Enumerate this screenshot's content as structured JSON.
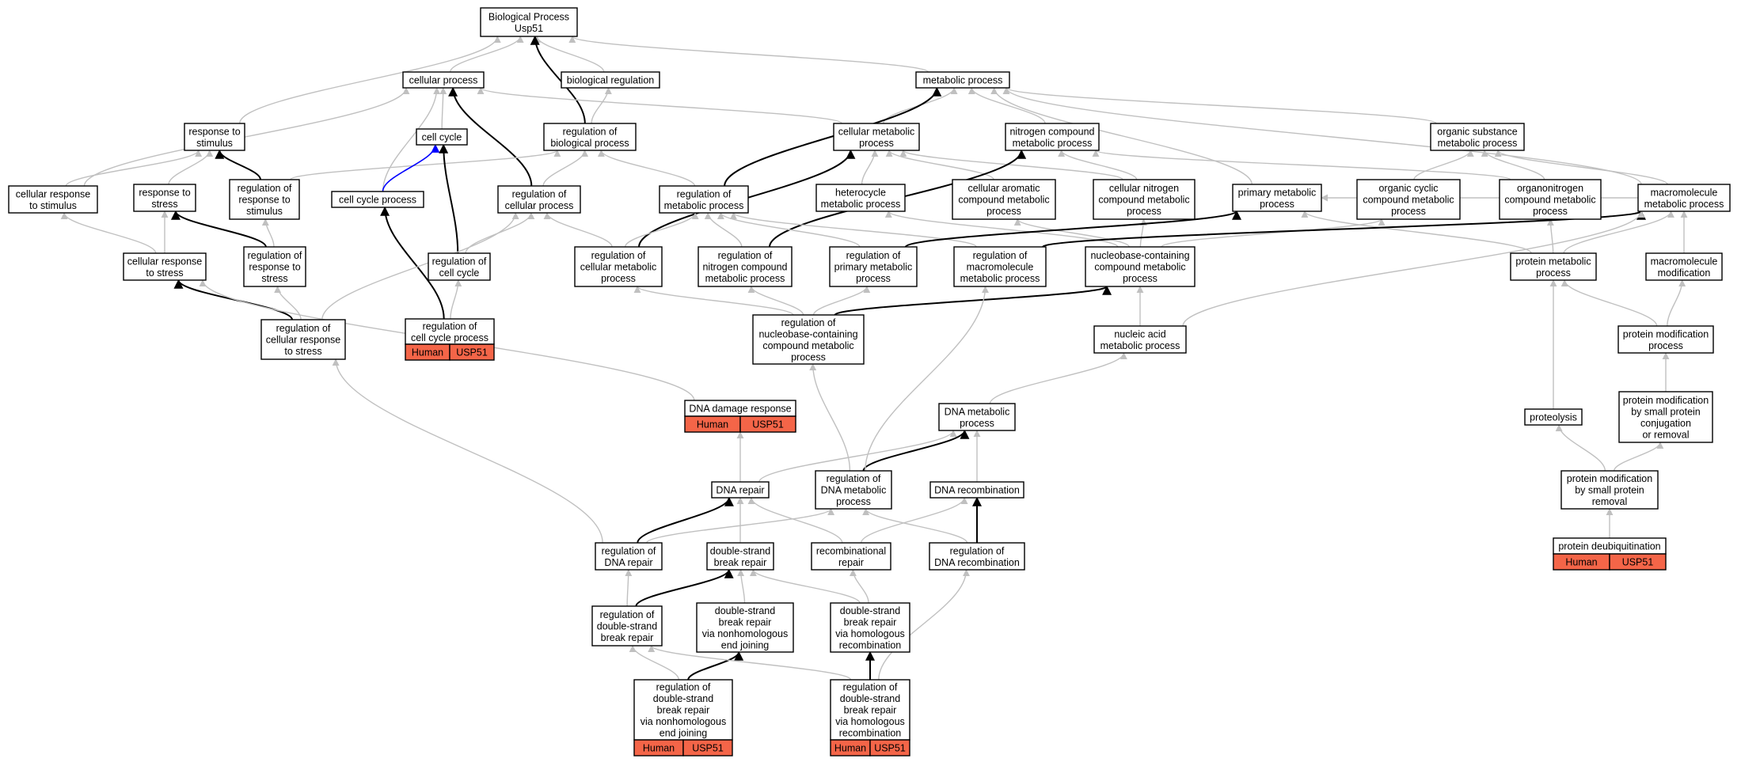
{
  "colors": {
    "gray_edge": "#c0c0c0",
    "black_edge": "#000000",
    "blue_edge": "#0000ff",
    "annotation_fill": "#f46548"
  },
  "nodes": [
    {
      "id": "bp",
      "lines": [
        "Biological Process",
        "Usp51"
      ]
    },
    {
      "id": "cellular_process",
      "lines": [
        "cellular process"
      ]
    },
    {
      "id": "biological_regulation",
      "lines": [
        "biological regulation"
      ]
    },
    {
      "id": "metabolic_process",
      "lines": [
        "metabolic process"
      ]
    },
    {
      "id": "response_to_stimulus",
      "lines": [
        "response to",
        "stimulus"
      ]
    },
    {
      "id": "cell_cycle",
      "lines": [
        "cell cycle"
      ]
    },
    {
      "id": "reg_biological_process",
      "lines": [
        "regulation of",
        "biological process"
      ]
    },
    {
      "id": "cellular_metabolic_process",
      "lines": [
        "cellular metabolic",
        "process"
      ]
    },
    {
      "id": "nitrogen_compound_metabolic",
      "lines": [
        "nitrogen compound",
        "metabolic process"
      ]
    },
    {
      "id": "organic_substance_metabolic",
      "lines": [
        "organic substance",
        "metabolic process"
      ]
    },
    {
      "id": "cellular_response_to_stimulus",
      "lines": [
        "cellular response",
        "to stimulus"
      ]
    },
    {
      "id": "response_to_stress",
      "lines": [
        "response to",
        "stress"
      ]
    },
    {
      "id": "reg_response_to_stimulus",
      "lines": [
        "regulation of",
        "response to",
        "stimulus"
      ]
    },
    {
      "id": "cell_cycle_process",
      "lines": [
        "cell cycle process"
      ]
    },
    {
      "id": "reg_cellular_process",
      "lines": [
        "regulation of",
        "cellular process"
      ]
    },
    {
      "id": "reg_metabolic_process",
      "lines": [
        "regulation of",
        "metabolic process"
      ]
    },
    {
      "id": "heterocycle_metabolic",
      "lines": [
        "heterocycle",
        "metabolic process"
      ]
    },
    {
      "id": "cellular_aromatic_compound",
      "lines": [
        "cellular aromatic",
        "compound metabolic",
        "process"
      ]
    },
    {
      "id": "cellular_nitrogen_compound",
      "lines": [
        "cellular nitrogen",
        "compound metabolic",
        "process"
      ]
    },
    {
      "id": "primary_metabolic",
      "lines": [
        "primary metabolic",
        "process"
      ]
    },
    {
      "id": "organic_cyclic_compound",
      "lines": [
        "organic cyclic",
        "compound metabolic",
        "process"
      ]
    },
    {
      "id": "organonitrogen_compound",
      "lines": [
        "organonitrogen",
        "compound metabolic",
        "process"
      ]
    },
    {
      "id": "macromolecule_metabolic",
      "lines": [
        "macromolecule",
        "metabolic process"
      ]
    },
    {
      "id": "cellular_response_to_stress",
      "lines": [
        "cellular response",
        "to stress"
      ]
    },
    {
      "id": "reg_response_to_stress",
      "lines": [
        "regulation of",
        "response to",
        "stress"
      ]
    },
    {
      "id": "reg_cell_cycle",
      "lines": [
        "regulation of",
        "cell cycle"
      ]
    },
    {
      "id": "reg_cellular_metabolic",
      "lines": [
        "regulation of",
        "cellular metabolic",
        "process"
      ]
    },
    {
      "id": "reg_nitrogen_compound",
      "lines": [
        "regulation of",
        "nitrogen compound",
        "metabolic process"
      ]
    },
    {
      "id": "reg_primary_metabolic",
      "lines": [
        "regulation of",
        "primary metabolic",
        "process"
      ]
    },
    {
      "id": "reg_macromolecule_metabolic",
      "lines": [
        "regulation of",
        "macromolecule",
        "metabolic process"
      ]
    },
    {
      "id": "nucleobase_containing",
      "lines": [
        "nucleobase-containing",
        "compound metabolic",
        "process"
      ]
    },
    {
      "id": "protein_metabolic",
      "lines": [
        "protein metabolic",
        "process"
      ]
    },
    {
      "id": "macromolecule_modification",
      "lines": [
        "macromolecule",
        "modification"
      ]
    },
    {
      "id": "reg_cellular_response_to_stress",
      "lines": [
        "regulation of",
        "cellular response",
        "to stress"
      ]
    },
    {
      "id": "reg_cell_cycle_process",
      "lines": [
        "regulation of",
        "cell cycle process"
      ],
      "annotation": [
        "Human",
        "USP51"
      ]
    },
    {
      "id": "reg_nucleobase_containing",
      "lines": [
        "regulation of",
        "nucleobase-containing",
        "compound metabolic",
        "process"
      ]
    },
    {
      "id": "nucleic_acid_metabolic",
      "lines": [
        "nucleic acid",
        "metabolic process"
      ]
    },
    {
      "id": "protein_modification_process",
      "lines": [
        "protein modification",
        "process"
      ]
    },
    {
      "id": "dna_damage_response",
      "lines": [
        "DNA damage response"
      ],
      "annotation": [
        "Human",
        "USP51"
      ]
    },
    {
      "id": "protein_mod_small_conj",
      "lines": [
        "protein modification",
        "by small protein",
        "conjugation",
        "or removal"
      ]
    },
    {
      "id": "dna_metabolic",
      "lines": [
        "DNA metabolic",
        "process"
      ]
    },
    {
      "id": "proteolysis",
      "lines": [
        "proteolysis"
      ]
    },
    {
      "id": "dna_repair",
      "lines": [
        "DNA repair"
      ]
    },
    {
      "id": "reg_dna_metabolic",
      "lines": [
        "regulation of",
        "DNA metabolic",
        "process"
      ]
    },
    {
      "id": "dna_recombination",
      "lines": [
        "DNA recombination"
      ]
    },
    {
      "id": "protein_mod_small_removal",
      "lines": [
        "protein modification",
        "by small protein",
        "removal"
      ]
    },
    {
      "id": "reg_dna_repair",
      "lines": [
        "regulation of",
        "DNA repair"
      ]
    },
    {
      "id": "dsb_repair",
      "lines": [
        "double-strand",
        "break repair"
      ]
    },
    {
      "id": "recombinational_repair",
      "lines": [
        "recombinational",
        "repair"
      ]
    },
    {
      "id": "reg_dna_recombination",
      "lines": [
        "regulation of",
        "DNA recombination"
      ]
    },
    {
      "id": "protein_deubiquitination",
      "lines": [
        "protein deubiquitination"
      ],
      "annotation": [
        "Human",
        "USP51"
      ]
    },
    {
      "id": "reg_dsb_repair",
      "lines": [
        "regulation of",
        "double-strand",
        "break repair"
      ]
    },
    {
      "id": "dsb_repair_nhej",
      "lines": [
        "double-strand",
        "break repair",
        "via nonhomologous",
        "end joining"
      ]
    },
    {
      "id": "dsb_repair_hr",
      "lines": [
        "double-strand",
        "break repair",
        "via homologous",
        "recombination"
      ]
    },
    {
      "id": "reg_dsb_repair_nhej",
      "lines": [
        "regulation of",
        "double-strand",
        "break repair",
        "via nonhomologous",
        "end joining"
      ],
      "annotation": [
        "Human",
        "USP51"
      ]
    },
    {
      "id": "reg_dsb_repair_hr",
      "lines": [
        "regulation of",
        "double-strand",
        "break repair",
        "via homologous",
        "recombination"
      ],
      "annotation": [
        "Human",
        "USP51"
      ]
    }
  ],
  "edges": [
    {
      "from": "cellular_process",
      "to": "bp",
      "kind": "gray"
    },
    {
      "from": "biological_regulation",
      "to": "bp",
      "kind": "gray"
    },
    {
      "from": "metabolic_process",
      "to": "bp",
      "kind": "gray"
    },
    {
      "from": "response_to_stimulus",
      "to": "bp",
      "kind": "gray"
    },
    {
      "from": "reg_biological_process",
      "to": "bp",
      "kind": "black"
    },
    {
      "from": "reg_biological_process",
      "to": "biological_regulation",
      "kind": "gray"
    },
    {
      "from": "cell_cycle",
      "to": "cellular_process",
      "kind": "gray"
    },
    {
      "from": "cellular_response_to_stimulus",
      "to": "cellular_process",
      "kind": "gray"
    },
    {
      "from": "cellular_metabolic_process",
      "to": "cellular_process",
      "kind": "gray"
    },
    {
      "from": "cell_cycle_process",
      "to": "cellular_process",
      "kind": "gray"
    },
    {
      "from": "reg_cellular_process",
      "to": "cellular_process",
      "kind": "black"
    },
    {
      "from": "cellular_metabolic_process",
      "to": "metabolic_process",
      "kind": "gray"
    },
    {
      "from": "nitrogen_compound_metabolic",
      "to": "metabolic_process",
      "kind": "gray"
    },
    {
      "from": "organic_substance_metabolic",
      "to": "metabolic_process",
      "kind": "gray"
    },
    {
      "from": "primary_metabolic",
      "to": "metabolic_process",
      "kind": "gray"
    },
    {
      "from": "macromolecule_metabolic",
      "to": "metabolic_process",
      "kind": "gray"
    },
    {
      "from": "reg_metabolic_process",
      "to": "metabolic_process",
      "kind": "black"
    },
    {
      "from": "cellular_response_to_stimulus",
      "to": "response_to_stimulus",
      "kind": "gray"
    },
    {
      "from": "response_to_stress",
      "to": "response_to_stimulus",
      "kind": "gray"
    },
    {
      "from": "reg_response_to_stimulus",
      "to": "response_to_stimulus",
      "kind": "black"
    },
    {
      "from": "reg_response_to_stimulus",
      "to": "reg_biological_process",
      "kind": "gray"
    },
    {
      "from": "cell_cycle_process",
      "to": "cell_cycle",
      "kind": "blue"
    },
    {
      "from": "reg_cell_cycle",
      "to": "cell_cycle",
      "kind": "black"
    },
    {
      "from": "reg_cellular_process",
      "to": "reg_biological_process",
      "kind": "gray"
    },
    {
      "from": "reg_metabolic_process",
      "to": "reg_biological_process",
      "kind": "gray"
    },
    {
      "from": "heterocycle_metabolic",
      "to": "cellular_metabolic_process",
      "kind": "gray"
    },
    {
      "from": "cellular_aromatic_compound",
      "to": "cellular_metabolic_process",
      "kind": "gray"
    },
    {
      "from": "cellular_nitrogen_compound",
      "to": "cellular_metabolic_process",
      "kind": "gray"
    },
    {
      "from": "reg_cellular_metabolic",
      "to": "cellular_metabolic_process",
      "kind": "black"
    },
    {
      "from": "cellular_nitrogen_compound",
      "to": "nitrogen_compound_metabolic",
      "kind": "gray"
    },
    {
      "from": "organonitrogen_compound",
      "to": "nitrogen_compound_metabolic",
      "kind": "gray"
    },
    {
      "from": "reg_nitrogen_compound",
      "to": "nitrogen_compound_metabolic",
      "kind": "black"
    },
    {
      "from": "organic_cyclic_compound",
      "to": "organic_substance_metabolic",
      "kind": "gray"
    },
    {
      "from": "organonitrogen_compound",
      "to": "organic_substance_metabolic",
      "kind": "gray"
    },
    {
      "from": "macromolecule_metabolic",
      "to": "organic_substance_metabolic",
      "kind": "gray"
    },
    {
      "from": "cellular_response_to_stress",
      "to": "cellular_response_to_stimulus",
      "kind": "gray"
    },
    {
      "from": "cellular_response_to_stress",
      "to": "response_to_stress",
      "kind": "gray"
    },
    {
      "from": "reg_response_to_stress",
      "to": "response_to_stress",
      "kind": "black"
    },
    {
      "from": "reg_response_to_stress",
      "to": "reg_response_to_stimulus",
      "kind": "gray"
    },
    {
      "from": "reg_cell_cycle_process",
      "to": "cell_cycle_process",
      "kind": "black"
    },
    {
      "from": "reg_cell_cycle",
      "to": "reg_cellular_process",
      "kind": "gray"
    },
    {
      "from": "reg_cellular_metabolic",
      "to": "reg_cellular_process",
      "kind": "gray"
    },
    {
      "from": "reg_cellular_response_to_stress",
      "to": "reg_cellular_process",
      "kind": "gray"
    },
    {
      "from": "reg_cellular_metabolic",
      "to": "reg_metabolic_process",
      "kind": "gray"
    },
    {
      "from": "reg_nitrogen_compound",
      "to": "reg_metabolic_process",
      "kind": "gray"
    },
    {
      "from": "reg_primary_metabolic",
      "to": "reg_metabolic_process",
      "kind": "gray"
    },
    {
      "from": "reg_macromolecule_metabolic",
      "to": "reg_metabolic_process",
      "kind": "gray"
    },
    {
      "from": "nucleobase_containing",
      "to": "heterocycle_metabolic",
      "kind": "gray"
    },
    {
      "from": "nucleobase_containing",
      "to": "cellular_aromatic_compound",
      "kind": "gray"
    },
    {
      "from": "nucleobase_containing",
      "to": "cellular_nitrogen_compound",
      "kind": "gray"
    },
    {
      "from": "nucleobase_containing",
      "to": "organic_cyclic_compound",
      "kind": "gray"
    },
    {
      "from": "reg_primary_metabolic",
      "to": "primary_metabolic",
      "kind": "black"
    },
    {
      "from": "macromolecule_metabolic",
      "to": "primary_metabolic",
      "kind": "gray"
    },
    {
      "from": "protein_metabolic",
      "to": "primary_metabolic",
      "kind": "gray"
    },
    {
      "from": "protein_metabolic",
      "to": "organonitrogen_compound",
      "kind": "gray"
    },
    {
      "from": "protein_metabolic",
      "to": "macromolecule_metabolic",
      "kind": "gray"
    },
    {
      "from": "macromolecule_modification",
      "to": "macromolecule_metabolic",
      "kind": "gray"
    },
    {
      "from": "reg_macromolecule_metabolic",
      "to": "macromolecule_metabolic",
      "kind": "black"
    },
    {
      "from": "nucleic_acid_metabolic",
      "to": "macromolecule_metabolic",
      "kind": "gray"
    },
    {
      "from": "reg_cellular_response_to_stress",
      "to": "cellular_response_to_stress",
      "kind": "black"
    },
    {
      "from": "reg_cellular_response_to_stress",
      "to": "reg_response_to_stress",
      "kind": "gray"
    },
    {
      "from": "reg_cell_cycle_process",
      "to": "reg_cell_cycle",
      "kind": "gray"
    },
    {
      "from": "reg_nucleobase_containing",
      "to": "reg_cellular_metabolic",
      "kind": "gray"
    },
    {
      "from": "reg_nucleobase_containing",
      "to": "reg_nitrogen_compound",
      "kind": "gray"
    },
    {
      "from": "reg_nucleobase_containing",
      "to": "reg_primary_metabolic",
      "kind": "gray"
    },
    {
      "from": "reg_nucleobase_containing",
      "to": "nucleobase_containing",
      "kind": "black"
    },
    {
      "from": "nucleic_acid_metabolic",
      "to": "nucleobase_containing",
      "kind": "gray"
    },
    {
      "from": "protein_modification_process",
      "to": "protein_metabolic",
      "kind": "gray"
    },
    {
      "from": "protein_modification_process",
      "to": "macromolecule_modification",
      "kind": "gray"
    },
    {
      "from": "dna_damage_response",
      "to": "cellular_response_to_stress",
      "kind": "gray"
    },
    {
      "from": "protein_mod_small_conj",
      "to": "protein_modification_process",
      "kind": "gray"
    },
    {
      "from": "dna_metabolic",
      "to": "nucleic_acid_metabolic",
      "kind": "gray"
    },
    {
      "from": "proteolysis",
      "to": "protein_metabolic",
      "kind": "gray"
    },
    {
      "from": "dna_repair",
      "to": "dna_damage_response",
      "kind": "gray"
    },
    {
      "from": "dna_repair",
      "to": "dna_metabolic",
      "kind": "gray"
    },
    {
      "from": "reg_dna_metabolic",
      "to": "dna_metabolic",
      "kind": "black"
    },
    {
      "from": "reg_dna_metabolic",
      "to": "reg_nucleobase_containing",
      "kind": "gray"
    },
    {
      "from": "reg_dna_metabolic",
      "to": "reg_macromolecule_metabolic",
      "kind": "gray"
    },
    {
      "from": "dna_recombination",
      "to": "dna_metabolic",
      "kind": "gray"
    },
    {
      "from": "protein_mod_small_removal",
      "to": "protein_mod_small_conj",
      "kind": "gray"
    },
    {
      "from": "protein_mod_small_removal",
      "to": "proteolysis",
      "kind": "gray"
    },
    {
      "from": "reg_dna_repair",
      "to": "dna_repair",
      "kind": "black"
    },
    {
      "from": "reg_dna_repair",
      "to": "reg_dna_metabolic",
      "kind": "gray"
    },
    {
      "from": "reg_dna_repair",
      "to": "reg_cellular_response_to_stress",
      "kind": "gray"
    },
    {
      "from": "dsb_repair",
      "to": "dna_repair",
      "kind": "gray"
    },
    {
      "from": "recombinational_repair",
      "to": "dna_repair",
      "kind": "gray"
    },
    {
      "from": "recombinational_repair",
      "to": "dna_recombination",
      "kind": "gray"
    },
    {
      "from": "reg_dna_recombination",
      "to": "dna_recombination",
      "kind": "black"
    },
    {
      "from": "reg_dna_recombination",
      "to": "reg_dna_metabolic",
      "kind": "gray"
    },
    {
      "from": "protein_deubiquitination",
      "to": "protein_mod_small_removal",
      "kind": "gray"
    },
    {
      "from": "reg_dsb_repair",
      "to": "reg_dna_repair",
      "kind": "gray"
    },
    {
      "from": "reg_dsb_repair",
      "to": "dsb_repair",
      "kind": "black"
    },
    {
      "from": "dsb_repair_nhej",
      "to": "dsb_repair",
      "kind": "gray"
    },
    {
      "from": "dsb_repair_hr",
      "to": "dsb_repair",
      "kind": "gray"
    },
    {
      "from": "dsb_repair_hr",
      "to": "recombinational_repair",
      "kind": "gray"
    },
    {
      "from": "reg_dsb_repair_nhej",
      "to": "reg_dsb_repair",
      "kind": "gray"
    },
    {
      "from": "reg_dsb_repair_nhej",
      "to": "dsb_repair_nhej",
      "kind": "black"
    },
    {
      "from": "reg_dsb_repair_hr",
      "to": "reg_dsb_repair",
      "kind": "gray"
    },
    {
      "from": "reg_dsb_repair_hr",
      "to": "dsb_repair_hr",
      "kind": "black"
    },
    {
      "from": "reg_dsb_repair_hr",
      "to": "reg_dna_recombination",
      "kind": "gray"
    }
  ]
}
